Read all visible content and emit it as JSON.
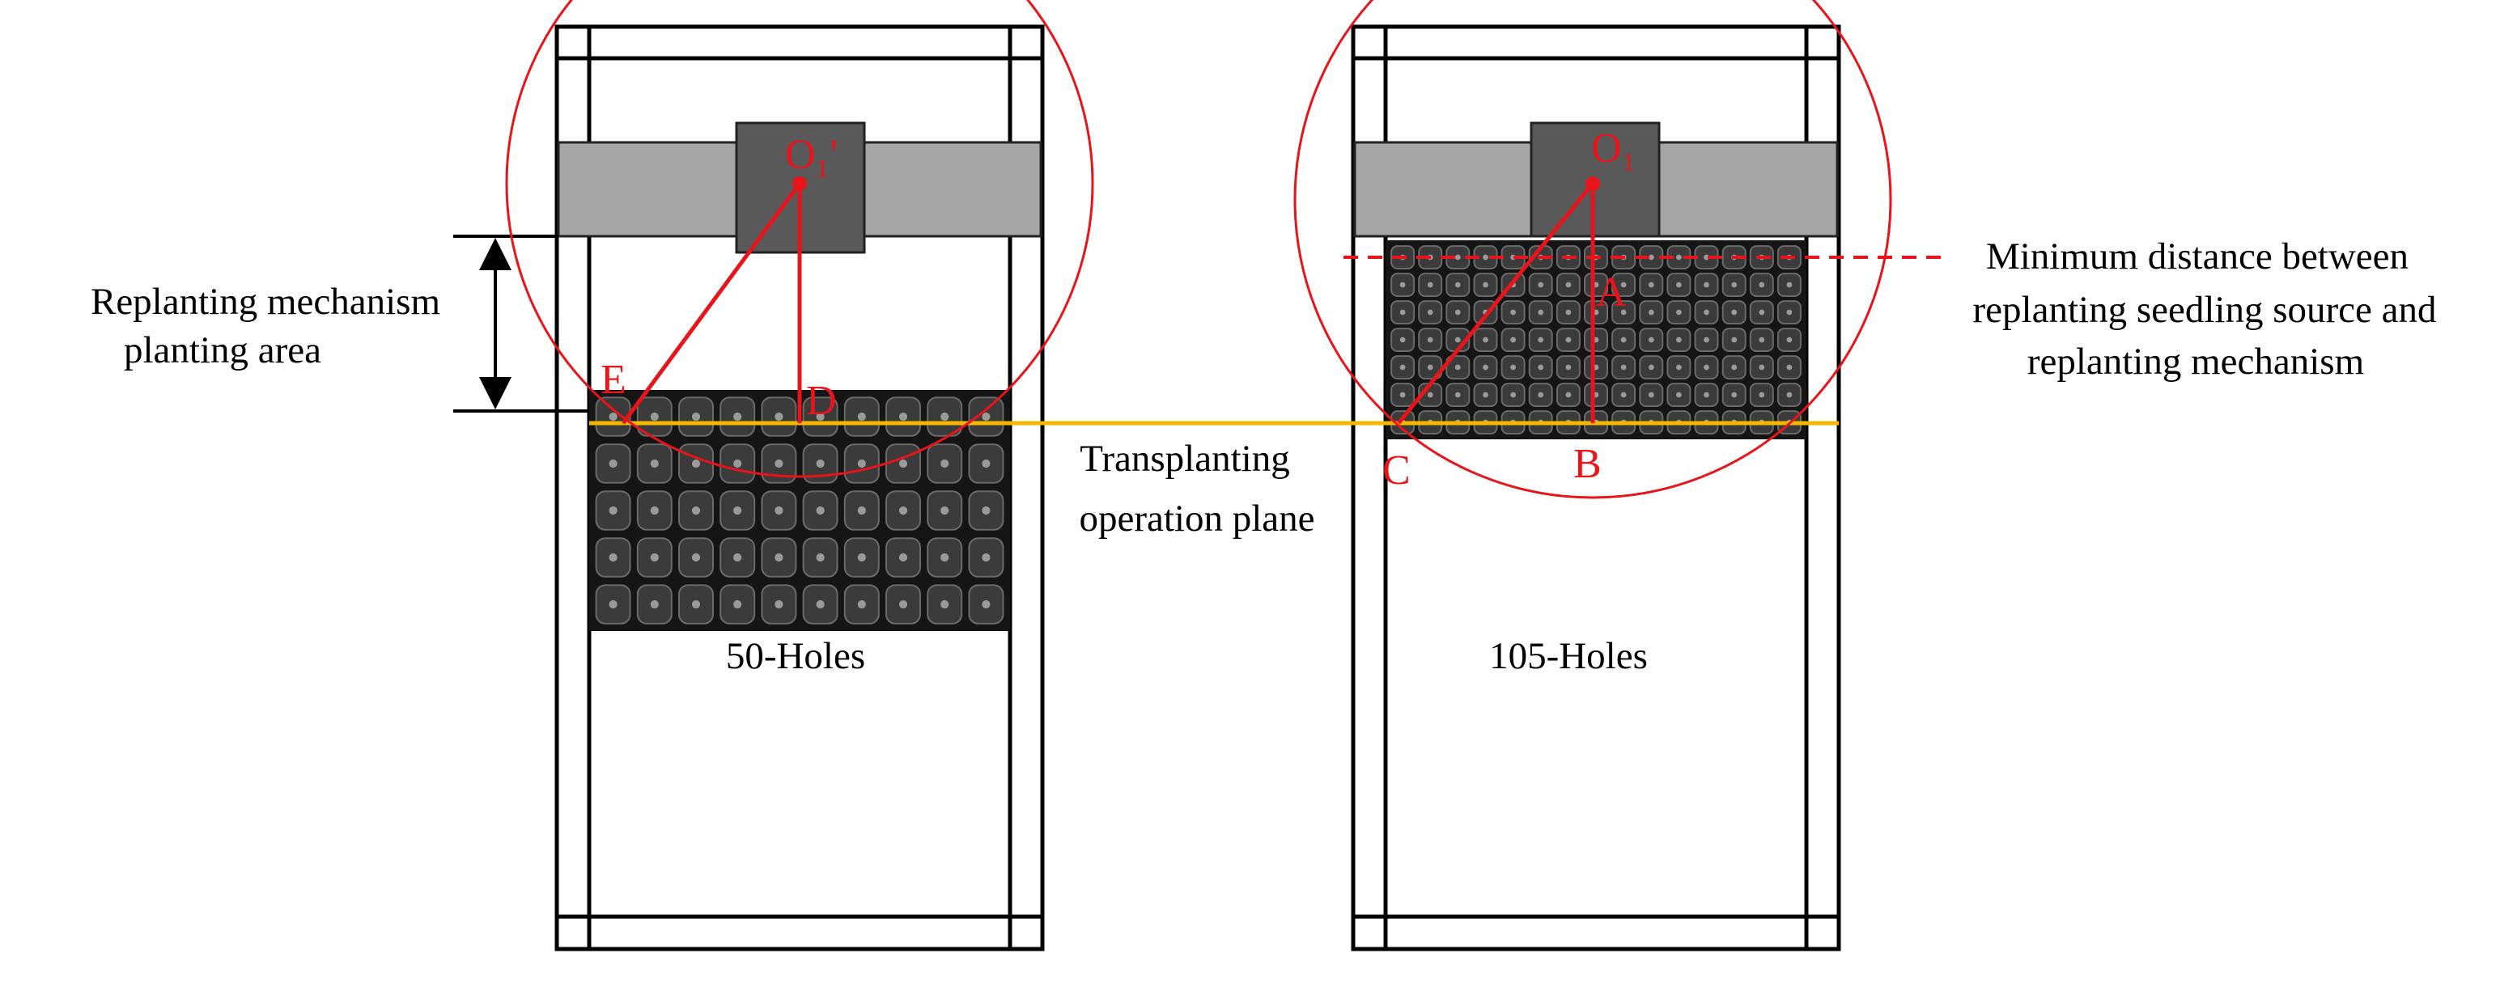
{
  "labels": {
    "planting_area_line1": "Replanting mechanism",
    "planting_area_line2": "planting  area",
    "operation_plane_line1": "Transplanting",
    "operation_plane_line2": "operation plane",
    "min_distance_line1": "Minimum distance between",
    "min_distance_line2": "replanting seedling source and",
    "min_distance_line3": "replanting mechanism",
    "tray_left": "50-Holes",
    "tray_right": "105-Holes"
  },
  "points": {
    "O1_prime": "O₁'",
    "O1": "O₁",
    "A": "A",
    "B": "B",
    "C": "C",
    "D": "D",
    "E": "E"
  },
  "trays": {
    "left": {
      "rows": 5,
      "cols": 10
    },
    "right": {
      "rows": 7,
      "cols": 15
    }
  },
  "colors": {
    "red": "#e8141b",
    "yellow": "#f5b800",
    "beam": "#a6a6a6",
    "block": "#595959",
    "frame": "#000000"
  }
}
